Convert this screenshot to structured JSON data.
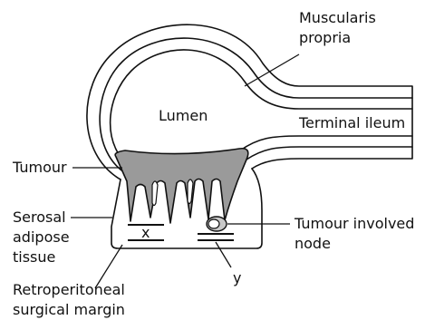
{
  "labels": {
    "muscularis_line1": "Muscularis",
    "muscularis_line2": "propria",
    "lumen": "Lumen",
    "terminal_ileum": "Terminal ileum",
    "tumour": "Tumour",
    "serosal_line1": "Serosal",
    "serosal_line2": "adipose",
    "serosal_line3": "tissue",
    "node_line1": "Tumour involved",
    "node_line2": "node",
    "retro_line1": "Retroperitoneal",
    "retro_line2": "surgical margin",
    "margin_x": "x",
    "margin_y": "y"
  },
  "colors": {
    "tumour_fill": "#9a9a9a",
    "node_fill": "#c8c8c8",
    "line": "#111111",
    "background": "#ffffff"
  }
}
